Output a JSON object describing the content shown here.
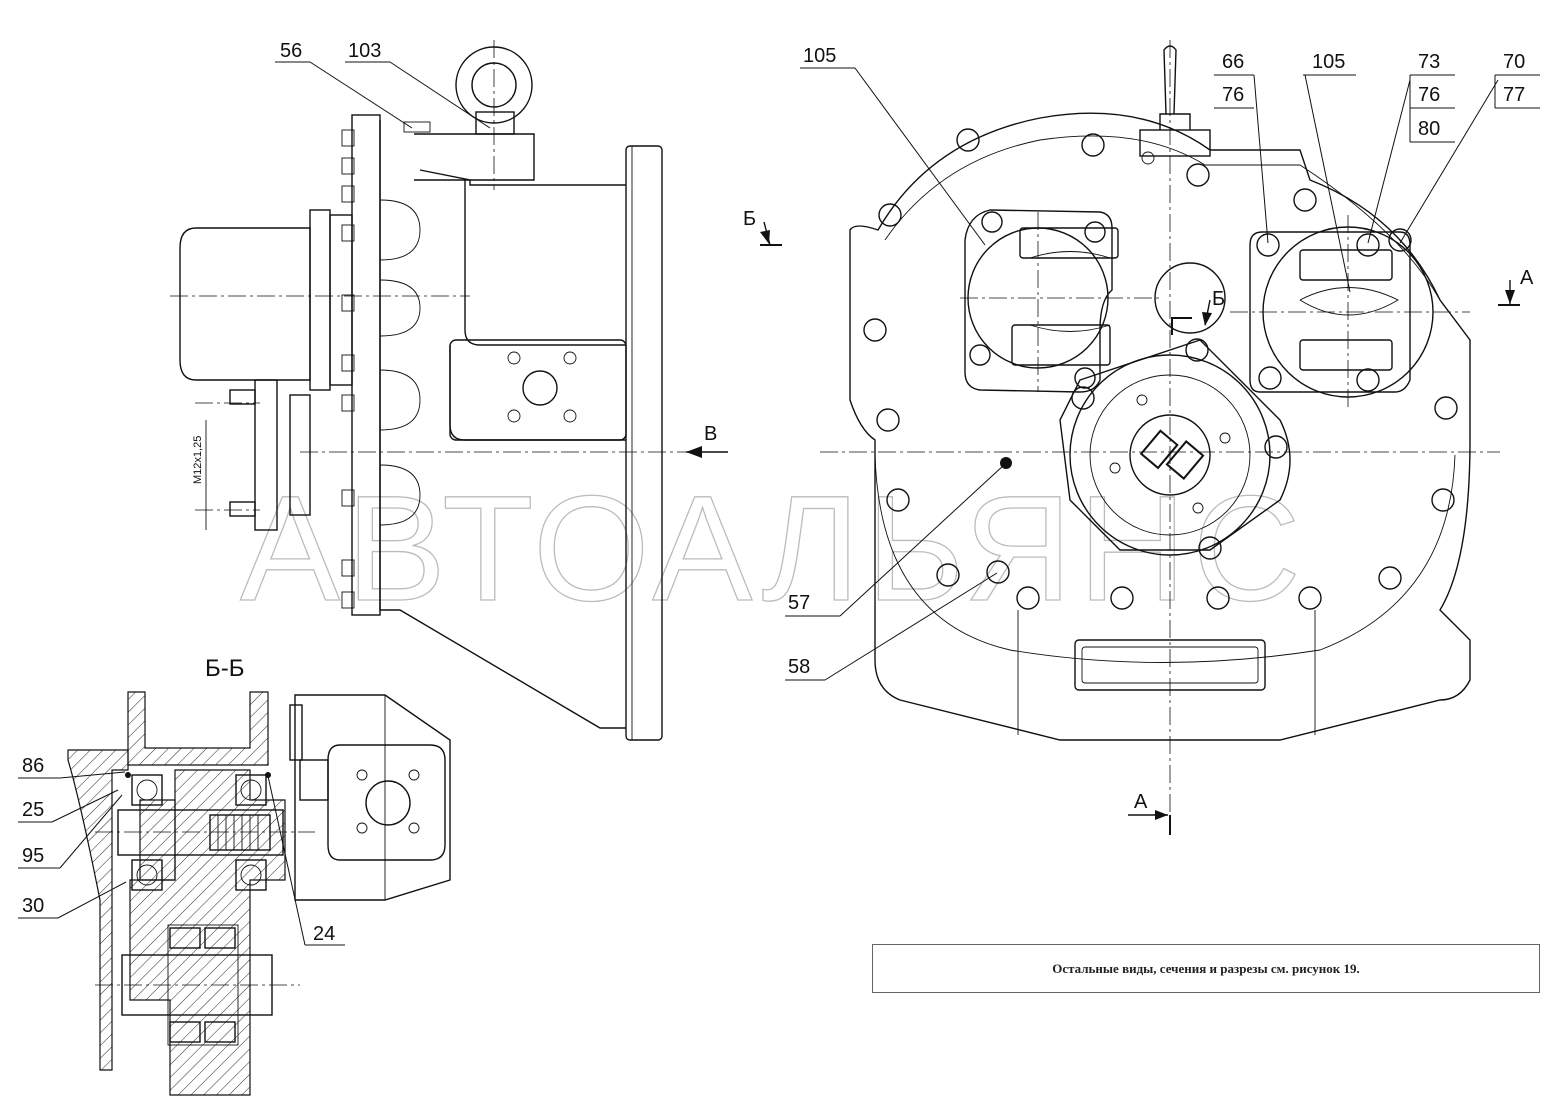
{
  "watermark": "АВТОАЛЬЯНС",
  "section_title": "Б-Б",
  "note": "Остальные виды, сечения и разрезы см. рисунок 19.",
  "dimension": "M12x1,25",
  "view_labels": {
    "view_b_arrow": "В",
    "cut_a_right": "А",
    "cut_a_bottom": "А",
    "cut_b_left": "Б",
    "cut_b_center": "Б"
  },
  "callouts_left": [
    "56",
    "103"
  ],
  "callouts_right": [
    "105",
    "105",
    "66",
    "76",
    "73",
    "76",
    "80",
    "70",
    "77",
    "57",
    "58"
  ],
  "callouts_section": [
    "86",
    "25",
    "95",
    "30",
    "24"
  ]
}
